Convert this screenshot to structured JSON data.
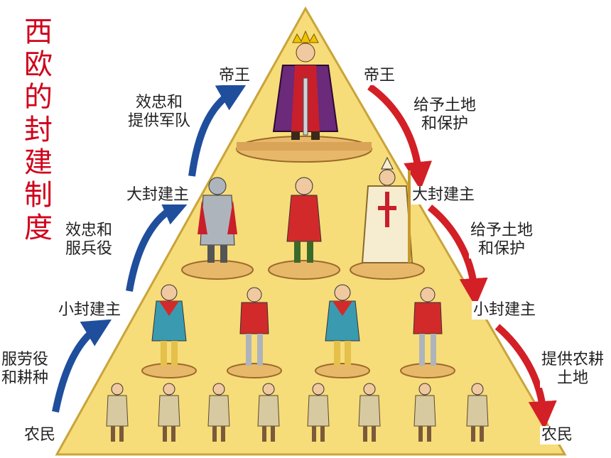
{
  "title_chars": [
    "西",
    "欧",
    "的",
    "封",
    "建",
    "制",
    "度"
  ],
  "left": {
    "king": "帝王",
    "loyal_army_1": "效忠和",
    "loyal_army_2": "提供军队",
    "great_lord": "大封建主",
    "loyal_service_1": "效忠和",
    "loyal_service_2": "服兵役",
    "small_lord": "小封建主",
    "labor_1": "服劳役",
    "labor_2": "和耕种",
    "peasant": "农民"
  },
  "right": {
    "king": "帝王",
    "grant_1_a": "给予土地",
    "grant_1_b": "和保护",
    "great_lord": "大封建主",
    "grant_2_a": "给予土地",
    "grant_2_b": "和保护",
    "small_lord": "小封建主",
    "land_a": "提供农耕",
    "land_b": "土地",
    "peasant": "农民"
  },
  "colors": {
    "pyramid": "#f7dc7a",
    "pyramid_edge": "#c9a43a",
    "up_arrow": "#1f4e9c",
    "down_arrow": "#d31f26",
    "title": "#d0021b",
    "pedestal": "#e8b86a"
  },
  "icons": [
    "crown-icon",
    "knight-icon",
    "lord-icon",
    "bishop-icon",
    "vassal-icon",
    "soldier-icon",
    "peasant-icon"
  ]
}
